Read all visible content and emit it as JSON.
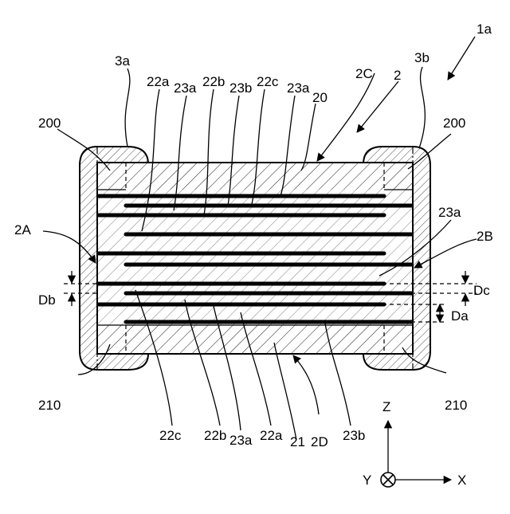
{
  "figure": {
    "labels": {
      "fig_ref": "1a",
      "term_a": "3a",
      "term_b": "3b",
      "cover_left": "200",
      "cover_right": "200",
      "body": "2",
      "top_face": "2C",
      "top_layer": "20",
      "end_a": "2A",
      "end_b": "2B",
      "lbl_22a_top": "22a",
      "lbl_23a_top": "23a",
      "lbl_22b_top": "22b",
      "lbl_23b_top": "23b",
      "lbl_22c_top": "22c",
      "lbl_23a_top2": "23a",
      "lbl_23a_right": "23a",
      "dim_db": "Db",
      "dim_dc": "Dc",
      "dim_da": "Da",
      "base_left": "210",
      "base_right": "210",
      "lbl_22c_bot": "22c",
      "lbl_22b_bot": "22b",
      "lbl_23a_bot": "23a",
      "lbl_22a_bot": "22a",
      "lbl_21": "21",
      "bottom_face": "2D",
      "lbl_23b_bot": "23b"
    },
    "axes": {
      "z": "Z",
      "y": "Y",
      "x": "X"
    }
  }
}
